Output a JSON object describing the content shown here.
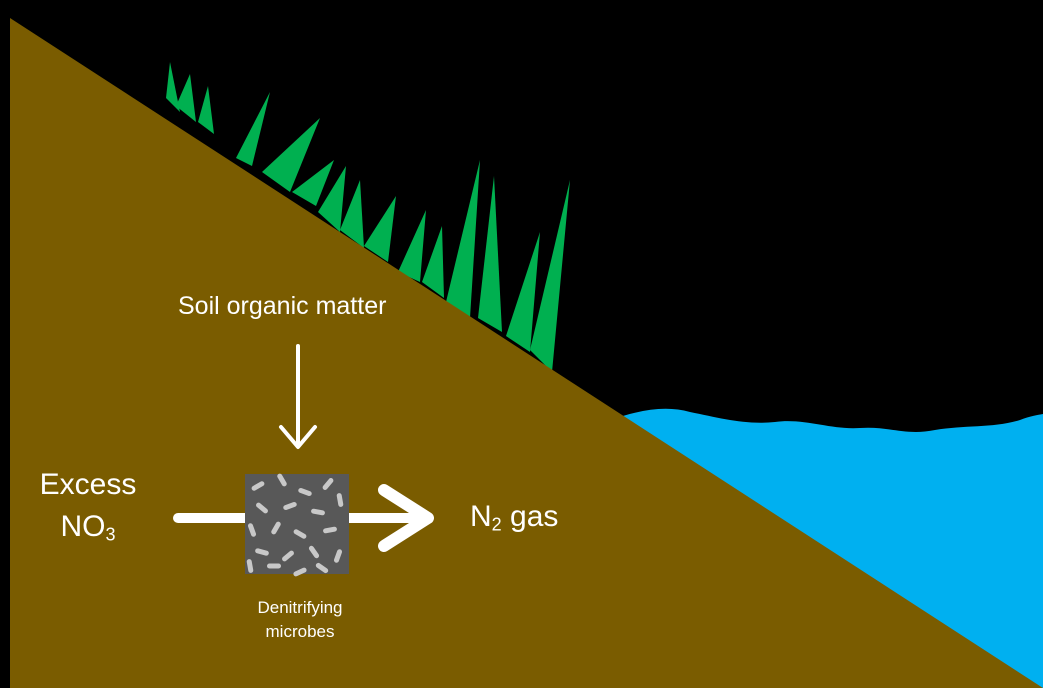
{
  "colors": {
    "background": "#000000",
    "soil": "#7a5c00",
    "grass": "#00b050",
    "water": "#00b0f0",
    "arrow": "#ffffff",
    "microbe_tile": "#585858",
    "microbe_cell": "#c8c8c8"
  },
  "labels": {
    "soil_organic_matter": "Soil organic matter",
    "excess": "Excess",
    "no3_base": "NO",
    "no3_sub": "3",
    "n2_base": "N",
    "n2_sub": "2",
    "n2_suffix": " gas",
    "microbes_line1": "Denitrifying",
    "microbes_line2": "microbes"
  },
  "icons": {
    "down_arrow": "arrow-down-icon",
    "right_arrow": "arrow-right-icon",
    "microbes": "microbe-micrograph-image"
  }
}
